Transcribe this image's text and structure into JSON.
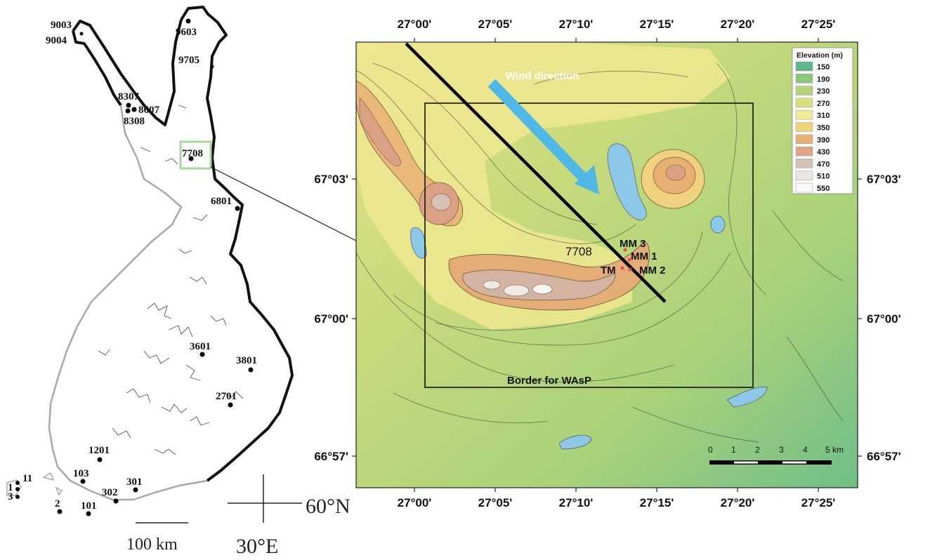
{
  "left_map": {
    "stations": [
      {
        "id": "9603"
      },
      {
        "id": "9003"
      },
      {
        "id": "9004"
      },
      {
        "id": "9705"
      },
      {
        "id": "8307"
      },
      {
        "id": "8607"
      },
      {
        "id": "8308"
      },
      {
        "id": "7708"
      },
      {
        "id": "6801"
      },
      {
        "id": "3601"
      },
      {
        "id": "3801"
      },
      {
        "id": "2701"
      },
      {
        "id": "1201"
      },
      {
        "id": "103"
      },
      {
        "id": "301"
      },
      {
        "id": "302"
      },
      {
        "id": "101"
      },
      {
        "id": "11"
      },
      {
        "id": "1"
      },
      {
        "id": "3"
      },
      {
        "id": "2"
      }
    ],
    "scale_label": "100 km",
    "lat_label": "60°N",
    "lon_label": "30°E"
  },
  "right_map": {
    "top_ticks": [
      "27°00'",
      "27°05'",
      "27°10'",
      "27°15'",
      "27°20'",
      "27°25'"
    ],
    "bottom_ticks": [
      "27°00'",
      "27°05'",
      "27°10'",
      "27°15'",
      "27°20'",
      "27°25'"
    ],
    "left_ticks": [
      "67°03'",
      "67°00'",
      "66°57'"
    ],
    "right_ticks": [
      "67°03'",
      "67°00'",
      "66°57'"
    ],
    "wind_label": "Wind direction",
    "border_label": "Border for WAsP",
    "site_label": "7708",
    "mast_labels": {
      "mm3": "MM 3",
      "mm1": "MM 1",
      "mm2": "MM 2",
      "tm": "TM"
    },
    "scalebar_labels": [
      "0",
      "1",
      "2",
      "3",
      "4",
      "5 km"
    ],
    "legend": {
      "title": "Elevation (m)",
      "items": [
        {
          "label": "150",
          "color": "#5cb88a"
        },
        {
          "label": "190",
          "color": "#8cc877"
        },
        {
          "label": "230",
          "color": "#b3d576"
        },
        {
          "label": "270",
          "color": "#d6e07e"
        },
        {
          "label": "310",
          "color": "#f2ea97"
        },
        {
          "label": "350",
          "color": "#f0d27c"
        },
        {
          "label": "390",
          "color": "#e8b173"
        },
        {
          "label": "430",
          "color": "#dfa487"
        },
        {
          "label": "470",
          "color": "#d8c1b4"
        },
        {
          "label": "510",
          "color": "#ebe6e3"
        },
        {
          "label": "550",
          "color": "#fafafa"
        }
      ]
    },
    "colors": {
      "lake": "#8ec8e8",
      "wind_arrow": "#4fb8e6"
    }
  }
}
